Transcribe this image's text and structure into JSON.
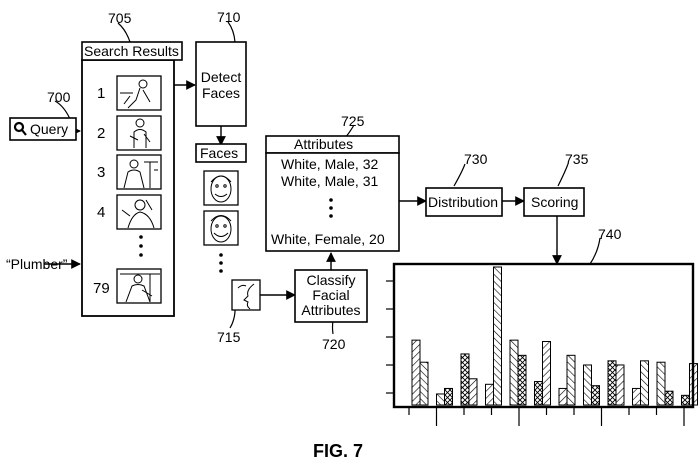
{
  "labels": {
    "query_ref": "700",
    "query": "Query",
    "search_ref": "705",
    "search_results": "Search Results",
    "detect_ref": "710",
    "detect_faces": "Detect Faces",
    "faces": "Faces",
    "attributes_ref": "725",
    "attributes": "Attributes",
    "attribute_rows": [
      "White, Male, 32",
      "White, Male, 31",
      "White, Female, 20"
    ],
    "distribution_ref": "730",
    "distribution": "Distribution",
    "scoring_ref": "735",
    "scoring": "Scoring",
    "chart_ref": "740",
    "plumber": "“Plumber”",
    "classify": "Classify Facial Attributes",
    "classify_ref": "720",
    "faces_ref": "715",
    "result_numbers": [
      "1",
      "2",
      "3",
      "4",
      "79"
    ],
    "figure": "FIG. 7"
  },
  "icons": {
    "query": "magnifier-icon",
    "results": [
      "person-climbing-icon",
      "worker-with-clipboard-icon",
      "worker-at-pipes-icon",
      "worker-on-phone-icon",
      "worker-at-door-icon"
    ],
    "faces": [
      "smiling-man-face-icon",
      "smiling-man-face-icon",
      "face-profile-icon"
    ]
  },
  "chart_data": {
    "type": "bar",
    "groups": [
      [
        0.47,
        0.31
      ],
      [
        0.08,
        0.12
      ],
      [
        0.37,
        0.19
      ],
      [
        0.15,
        1.0
      ],
      [
        0.47,
        0.36
      ],
      [
        0.17,
        0.46
      ],
      [
        0.12,
        0.36
      ],
      [
        0.29,
        0.14
      ],
      [
        0.32,
        0.29
      ],
      [
        0.12,
        0.32
      ],
      [
        0.31,
        0.1
      ],
      [
        0.07,
        0.3
      ]
    ]
  }
}
